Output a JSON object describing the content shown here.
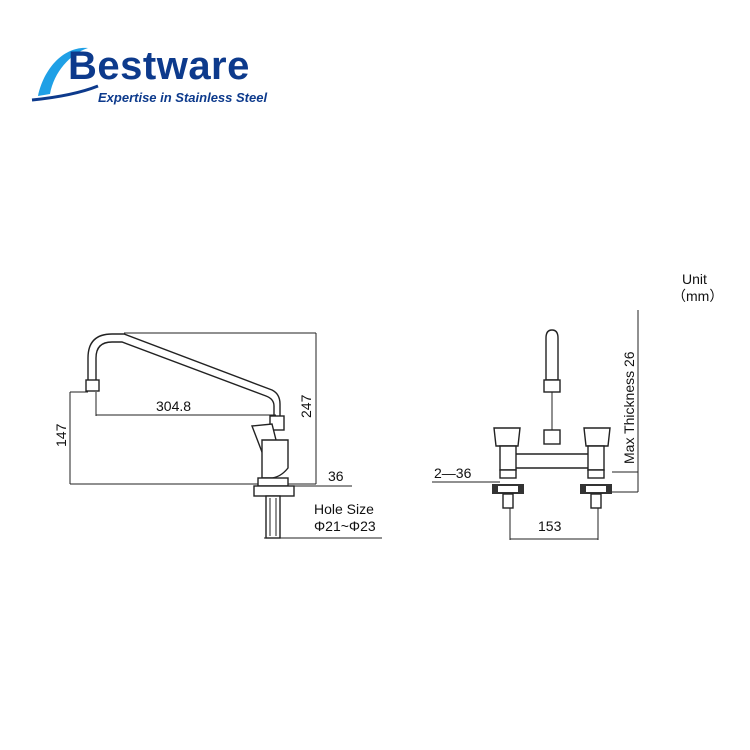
{
  "brand": {
    "name": "Bestware",
    "tagline": "Expertise in Stainless Steel",
    "primary_color": "#0d3a8c",
    "accent_color": "#1fa0e6"
  },
  "unit": {
    "title": "Unit",
    "value": "（mm）"
  },
  "side_view": {
    "spout_reach": "304.8",
    "total_height": "247",
    "spout_height": "147",
    "base_dim": "36",
    "hole_size_title": "Hole Size",
    "hole_size_range": "Φ21~Φ23"
  },
  "front_view": {
    "hole_spec": "2—36",
    "center_distance": "153",
    "max_thickness": "Max Thickness 26"
  }
}
